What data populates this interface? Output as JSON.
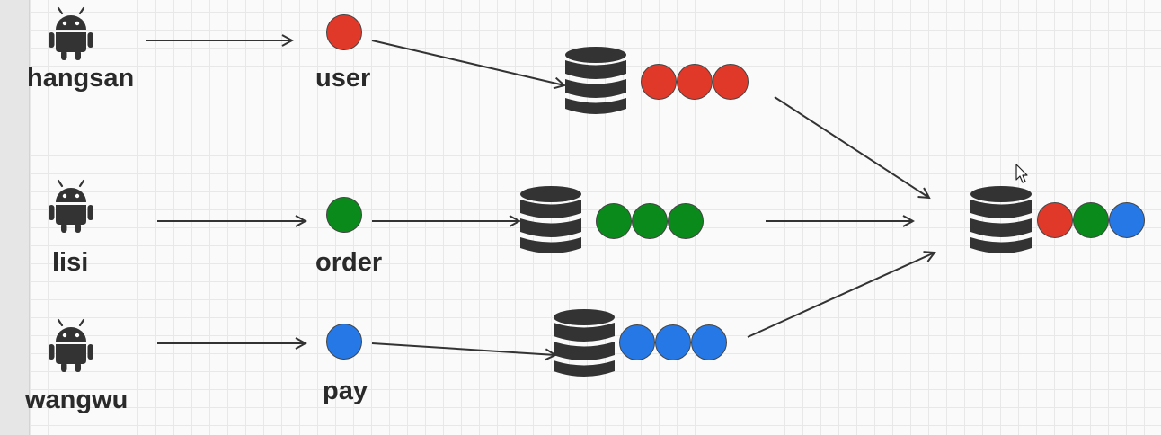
{
  "clients": [
    {
      "name": "hangsan",
      "icon": "android-icon"
    },
    {
      "name": "lisi",
      "icon": "android-icon"
    },
    {
      "name": "wangwu",
      "icon": "android-icon"
    }
  ],
  "services": [
    {
      "name": "user",
      "color": "#e0392a"
    },
    {
      "name": "order",
      "color": "#0a8a1a"
    },
    {
      "name": "pay",
      "color": "#2578e6"
    }
  ],
  "databases": [
    {
      "icon": "database-icon",
      "dots": [
        "#e0392a",
        "#e0392a",
        "#e0392a"
      ]
    },
    {
      "icon": "database-icon",
      "dots": [
        "#0a8a1a",
        "#0a8a1a",
        "#0a8a1a"
      ]
    },
    {
      "icon": "database-icon",
      "dots": [
        "#2578e6",
        "#2578e6",
        "#2578e6"
      ]
    }
  ],
  "aggregate": {
    "icon": "database-icon",
    "dots": [
      "#e0392a",
      "#0a8a1a",
      "#2578e6"
    ]
  },
  "cursor": {
    "icon": "mouse-cursor-icon"
  }
}
